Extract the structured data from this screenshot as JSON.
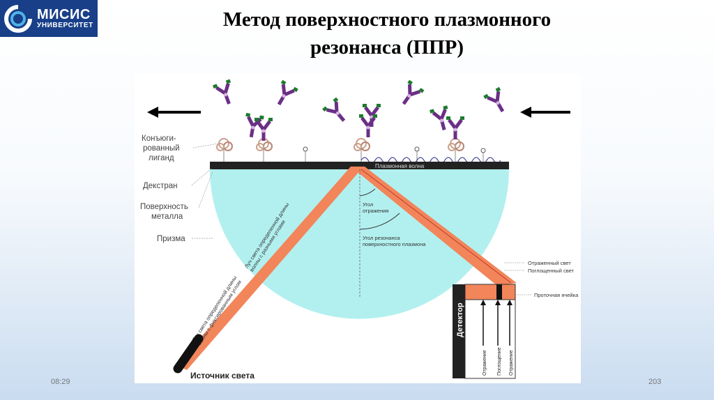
{
  "logo": {
    "line1": "МИСИС",
    "line2": "УНИВЕРСИТЕТ",
    "brand_color": "#183f88"
  },
  "title": {
    "line1": "Метод поверхностного плазмонного",
    "line2": "резонанса (ППР)"
  },
  "figure": {
    "labels": {
      "ligand_line1": "Конъюги-",
      "ligand_line2": "рованный",
      "ligand_line3": "лиганд",
      "dextran": "Декстран",
      "metal_line1": "Поверхность",
      "metal_line2": "металла",
      "prism": "Призма",
      "plasmon_wave": "Плазмонная волна",
      "reflection_angle_line1": "Угол",
      "reflection_angle_line2": "отражения",
      "resonance_angle_line1": "Угол резонанса",
      "resonance_angle_line2": "поверхностного плазмона",
      "beam_line1": "Луч света определенной длины",
      "beam_line2": "волны с фиксированным углом",
      "beam_line3": "Луч света определенной длины",
      "beam_line4": "волны с разными углами",
      "reflected_light": "Отраженный свет",
      "absorbed_light": "Поглощенный свет",
      "flow_cell": "Проточная ячейка",
      "detector": "Детектор",
      "det_reflect1": "Отражение",
      "det_absorb": "Поглощение",
      "det_reflect2": "Отражение",
      "light_source": "Источник света"
    },
    "colors": {
      "prism": "#b2f0ef",
      "beam": "#f2855a",
      "antibody": "#6b2f86",
      "antibody_accent": "#1f7a2e",
      "metal": "#222222"
    }
  },
  "footer": {
    "time": "08:29",
    "page": "203"
  }
}
